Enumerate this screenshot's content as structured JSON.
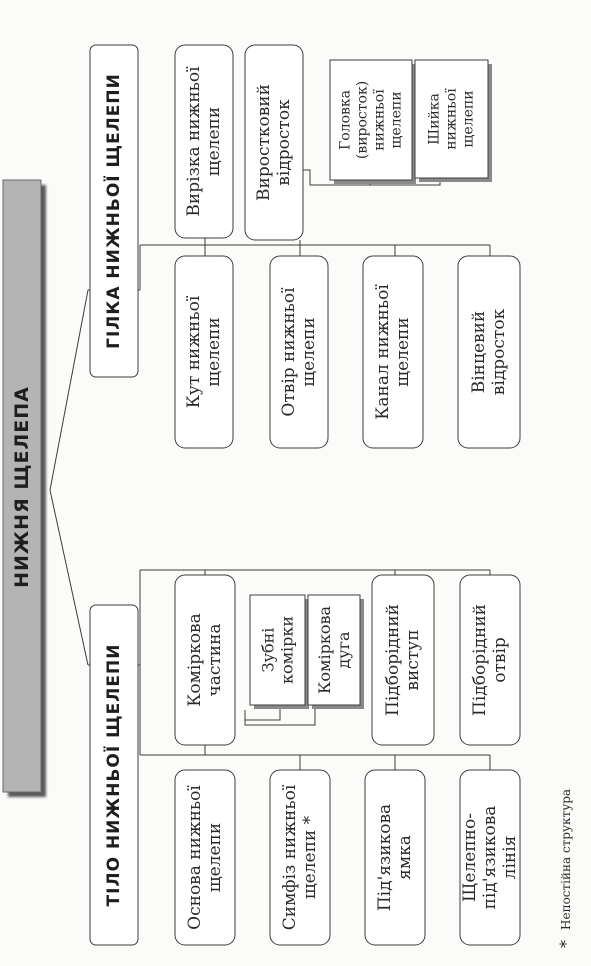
{
  "title": "НИЖНЯ ЩЕЛЕПА",
  "branches": {
    "body": {
      "header": "ТІЛО НИЖНЬОЇ ЩЕЛЕПИ",
      "boxes": [
        {
          "id": "osnova",
          "lines": [
            "Основа нижньої",
            "щелепи"
          ]
        },
        {
          "id": "symfiz",
          "lines": [
            "Симфіз нижньої",
            "щелепи *"
          ]
        },
        {
          "id": "pidyazykova-yamka",
          "lines": [
            "Під'язикова",
            "ямка"
          ]
        },
        {
          "id": "shchelepno-pidyazykova",
          "lines": [
            "Щелепно-",
            "під'язикова",
            "лінія"
          ]
        },
        {
          "id": "komirkova-chastyna",
          "lines": [
            "Коміркова",
            "частина"
          ]
        },
        {
          "id": "pidboridnyi-vystup",
          "lines": [
            "Підборідний",
            "виступ"
          ]
        },
        {
          "id": "pidboridnyi-otvir",
          "lines": [
            "Підборідний",
            "отвір"
          ]
        }
      ],
      "sub_boxes": [
        {
          "id": "zubni-komirky",
          "lines": [
            "Зубні",
            "комірки"
          ]
        },
        {
          "id": "komirkova-duha",
          "lines": [
            "Коміркова",
            "дуга"
          ]
        }
      ]
    },
    "ramus": {
      "header": "ГІЛКА НИЖНЬОЇ ЩЕЛЕПИ",
      "boxes": [
        {
          "id": "kut",
          "lines": [
            "Кут нижньої",
            "щелепи"
          ]
        },
        {
          "id": "otvir",
          "lines": [
            "Отвір нижньої",
            "щелепи"
          ]
        },
        {
          "id": "kanal",
          "lines": [
            "Канал нижньої",
            "щелепи"
          ]
        },
        {
          "id": "vintsevyi",
          "lines": [
            "Вінцевий",
            "відросток"
          ]
        },
        {
          "id": "vyrizka",
          "lines": [
            "Вирізка нижньої",
            "щелепи"
          ]
        },
        {
          "id": "vyrostkovyi",
          "lines": [
            "Виростковий",
            "відросток"
          ]
        }
      ],
      "sub_boxes": [
        {
          "id": "holovka",
          "lines": [
            "Головка",
            "(виросток)",
            "нижньої",
            "щелепи"
          ]
        },
        {
          "id": "shyika",
          "lines": [
            "Шийка",
            "нижньої",
            "щелепи"
          ]
        }
      ]
    }
  },
  "footnote": "Непостійна структура",
  "footnote_mark": "*",
  "colors": {
    "title_bar": "#b4b4b4",
    "title_shadow": "#5a5a5a",
    "box_fill": "#ffffff",
    "stroke": "#3c3c3c"
  }
}
